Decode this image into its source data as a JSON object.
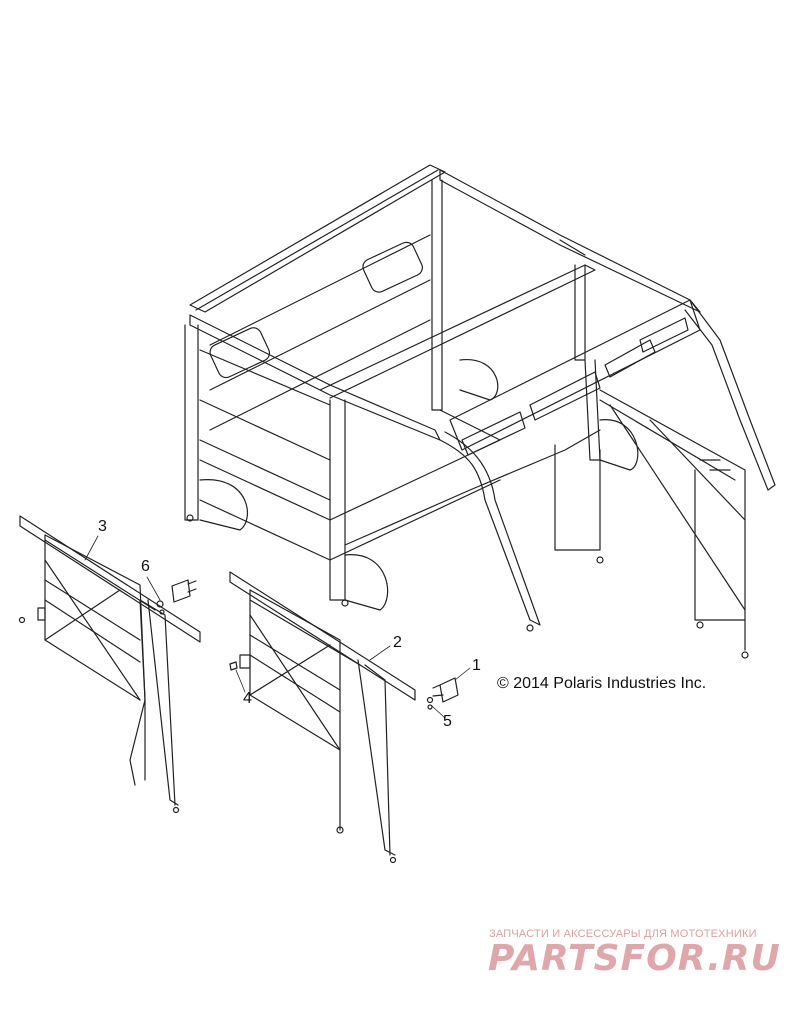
{
  "diagram": {
    "callouts": [
      {
        "id": "c1",
        "label": "1"
      },
      {
        "id": "c2",
        "label": "2"
      },
      {
        "id": "c3",
        "label": "3"
      },
      {
        "id": "c4",
        "label": "4"
      },
      {
        "id": "c5",
        "label": "5"
      },
      {
        "id": "c6",
        "label": "6"
      }
    ],
    "copyright": "© 2014 Polaris Industries Inc."
  },
  "watermark": {
    "subtitle": "ЗАПЧАСТИ И АКСЕССУАРЫ ДЛЯ МОТОТЕХНИКИ",
    "logo": "PARTSFOR.RU"
  },
  "colors": {
    "line": "#222222",
    "watermark": "#e0a7aa"
  }
}
